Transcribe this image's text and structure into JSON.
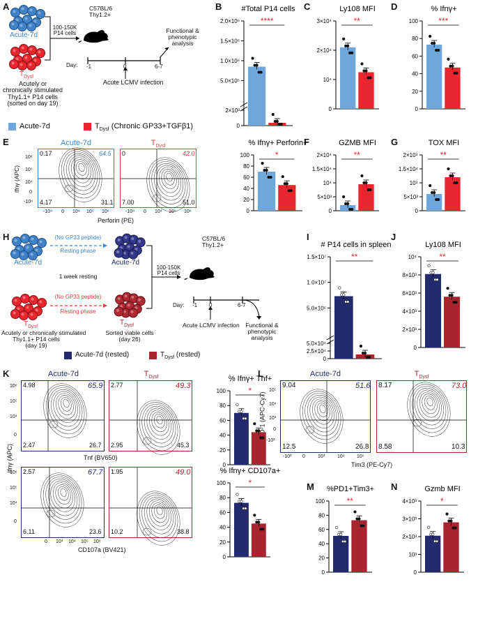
{
  "colors": {
    "acute": "#5b9bd5",
    "tdysf": "#e8262e",
    "acute_rested": "#232a6e",
    "tdysf_rested": "#a8242f",
    "blue_text": "#3c86c8",
    "red_text": "#e23b3b"
  },
  "panelA": {
    "label": "A",
    "acute": "Acute-7d",
    "tdysf": "T",
    "tdysf_sub": "Dysf",
    "desc": [
      "Acutely or",
      "chronically stimulated",
      "Thy1.1+ P14 cells",
      "(sorted on day 19)"
    ],
    "transfer": [
      "100-150K",
      "P14 cells"
    ],
    "mouse": [
      "C57BL/6",
      "Thy1.2+"
    ],
    "day_label": "Day:",
    "days": [
      "-1",
      "0",
      "6-7"
    ],
    "infection": "Acute LCMV infection",
    "analysis": [
      "Functional &",
      "phenotypic",
      "analysis"
    ]
  },
  "legend1": {
    "acute": "Acute-7d",
    "tdysf": "T",
    "tdysf_sub": "Dysf",
    "tdysf_note": "(Chronic GP33+TGFβ1)"
  },
  "panelH": {
    "label": "H",
    "no_peptide": "(No GP33 peptide)",
    "resting": "Resting phase",
    "week": "1 week resting",
    "acute": "Acute-7d",
    "tdysf": "T",
    "tdysf_sub": "Dysf",
    "desc": [
      "Acutely or chronically stimulated",
      "Thy1.1+ P14 cells",
      "(day 19)"
    ],
    "sorted": [
      "Sorted viable cells",
      "(day 26)"
    ],
    "transfer": [
      "100-150K",
      "P14 cells"
    ],
    "mouse": [
      "C57BL/6",
      "Thy1.2+"
    ],
    "day_label": "Day:",
    "days": [
      "-1",
      "0",
      "6-7"
    ],
    "infection": "Acute LCMV infection",
    "analysis": [
      "Functional &",
      "phenotypic",
      "analysis"
    ]
  },
  "legend2": {
    "acute": "Acute-7d (rested)",
    "tdysf": "T",
    "tdysf_sub": "Dysf",
    "tdysf_note": "(rested)"
  },
  "panelE": {
    "label": "E",
    "plots": [
      {
        "title": "Acute-7d",
        "q": [
          "0.17",
          "64.5",
          "4.17",
          "31.1"
        ]
      },
      {
        "title": "T",
        "sub": "Dysf",
        "q": [
          "0",
          "42.0",
          "7.00",
          "51.0"
        ]
      }
    ],
    "ylabel": "Ifnγ (APC)",
    "xlabel": "Perforin (PE)",
    "yticks": [
      "10⁶",
      "10⁵",
      "10⁴",
      "0",
      "-10⁴"
    ],
    "xticks": [
      "-10⁴",
      "0",
      "10⁴",
      "10⁵",
      "10⁶"
    ]
  },
  "panelK": {
    "label": "K",
    "plots": [
      {
        "title": "Acute-7d",
        "q": [
          "4.98",
          "65.9",
          "2.47",
          "26.7"
        ]
      },
      {
        "title": "T",
        "sub": "Dysf",
        "q": [
          "2.77",
          "49.3",
          "2.95",
          "45.3"
        ]
      },
      {
        "q": [
          "2.57",
          "67.7",
          "6.11",
          "23.6"
        ]
      },
      {
        "q": [
          "1.95",
          "49.0",
          "10.2",
          "38.8"
        ]
      }
    ],
    "ylabel": "Ifnγ (APC)",
    "xlabel_top": "Tnf (BV650)",
    "xlabel_bottom": "CD107a (BV421)",
    "yticks": [
      "10⁶",
      "10⁵",
      "10⁴",
      "0"
    ],
    "xticks": [
      "0",
      "10³",
      "10⁴",
      "10⁵",
      "10⁶"
    ]
  },
  "panelL": {
    "label": "L",
    "plots": [
      {
        "title": "Acute-7d",
        "q": [
          "9.04",
          "51.6",
          "12.5",
          "26.8"
        ]
      },
      {
        "title": "T",
        "sub": "Dysf",
        "q": [
          "8.17",
          "73.0",
          "8.58",
          "10.3"
        ]
      }
    ],
    "ylabel": "PD-1 (APC-Cy7)",
    "xlabel": "Tim3 (PE-Cy7)",
    "yticks": [
      "10⁵",
      "10⁴",
      "10³",
      "0",
      "-10³"
    ],
    "xticks": [
      "-10³",
      "0",
      "10³",
      "10⁴",
      "10⁵"
    ]
  },
  "chart_data": [
    {
      "panel": "B",
      "type": "bar",
      "title": "#Total P14 cells",
      "categories": [
        "Acute-7d",
        "TDysf"
      ],
      "values": [
        850000,
        450
      ],
      "broken_axis": true,
      "yticks": [
        "2×10³",
        "0",
        "5.0×10⁵",
        "1.0×10⁶",
        "1.5×10⁶",
        "2.0×10⁶"
      ],
      "significance": "****"
    },
    {
      "panel": "C",
      "type": "bar",
      "title": "Ly108 MFI",
      "categories": [
        "Acute-7d",
        "TDysf"
      ],
      "values": [
        21000,
        12500
      ],
      "ylim": [
        0,
        30000
      ],
      "yticks": [
        "0",
        "10⁴",
        "2×10⁴",
        "3×10⁴"
      ],
      "significance": "**"
    },
    {
      "panel": "D",
      "type": "bar",
      "title": "% Ifnγ+",
      "categories": [
        "Acute-7d",
        "TDysf"
      ],
      "values": [
        73,
        47
      ],
      "ylim": [
        0,
        100
      ],
      "yticks": [
        "0",
        "20",
        "40",
        "60",
        "80",
        "100"
      ],
      "significance": "***"
    },
    {
      "panel": "E",
      "type": "bar",
      "title": "% Ifnγ+ Perforin+",
      "categories": [
        "Acute-7d",
        "TDysf"
      ],
      "values": [
        70,
        46
      ],
      "ylim": [
        0,
        100
      ],
      "yticks": [
        "0",
        "20",
        "40",
        "60",
        "80",
        "100"
      ],
      "significance": "*"
    },
    {
      "panel": "F",
      "type": "bar",
      "title": "GZMB MFI",
      "categories": [
        "Acute-7d",
        "TDysf"
      ],
      "values": [
        2000,
        9500
      ],
      "ylim": [
        0,
        20000
      ],
      "yticks": [
        "0",
        "5×10³",
        "10⁴",
        "1.5×10⁴",
        "2×10⁴"
      ],
      "significance": "**"
    },
    {
      "panel": "G",
      "type": "bar",
      "title": "TOX MFI",
      "categories": [
        "Acute-7d",
        "TDysf"
      ],
      "values": [
        6000,
        12000
      ],
      "ylim": [
        0,
        20000
      ],
      "yticks": [
        "0",
        "5×10³",
        "10⁴",
        "1.5×10⁴",
        "2×10⁴"
      ],
      "significance": "**"
    },
    {
      "panel": "I",
      "type": "bar",
      "title": "# P14 cells in spleen",
      "categories": [
        "Acute-7d (rested)",
        "TDysf (rested)"
      ],
      "values": [
        7300000,
        12000
      ],
      "broken_axis": true,
      "yticks": [
        "0",
        "2.5×10⁴",
        "5.0×10⁴",
        "5.0×10⁶",
        "1.0×10⁷",
        "1.5×10⁷"
      ],
      "significance": "**"
    },
    {
      "panel": "J",
      "type": "bar",
      "title": "Ly108 MFI",
      "categories": [
        "Acute-7d (rested)",
        "TDysf (rested)"
      ],
      "values": [
        8100,
        5600
      ],
      "ylim": [
        0,
        10000
      ],
      "yticks": [
        "0",
        "2×10³",
        "4×10³",
        "6×10³",
        "8×10³",
        "10⁴"
      ],
      "significance": "**"
    },
    {
      "panel": "K",
      "type": "bar",
      "title": "% Ifnγ+ Tnf+",
      "categories": [
        "Acute-7d (rested)",
        "TDysf (rested)"
      ],
      "values": [
        70,
        44
      ],
      "ylim": [
        0,
        100
      ],
      "yticks": [
        "0",
        "20",
        "40",
        "60",
        "80",
        "100"
      ],
      "significance": "*"
    },
    {
      "panel": "K2",
      "type": "bar",
      "title": "% Ifnγ+ CD107a+",
      "categories": [
        "Acute-7d (rested)",
        "TDysf (rested)"
      ],
      "values": [
        73,
        45
      ],
      "ylim": [
        0,
        100
      ],
      "yticks": [
        "0",
        "20",
        "40",
        "60",
        "80",
        "100"
      ],
      "significance": "*"
    },
    {
      "panel": "M",
      "type": "bar",
      "title": "%PD1+Tim3+",
      "categories": [
        "Acute-7d (rested)",
        "TDysf (rested)"
      ],
      "values": [
        51,
        73
      ],
      "ylim": [
        0,
        100
      ],
      "yticks": [
        "0",
        "20",
        "40",
        "60",
        "80",
        "100"
      ],
      "significance": "**"
    },
    {
      "panel": "N",
      "type": "bar",
      "title": "Gzmb MFI",
      "categories": [
        "Acute-7d (rested)",
        "TDysf (rested)"
      ],
      "values": [
        2050,
        2800
      ],
      "ylim": [
        0,
        4000
      ],
      "yticks": [
        "0",
        "10³",
        "2×10³",
        "3×10³",
        "4×10³"
      ],
      "significance": "*"
    }
  ]
}
